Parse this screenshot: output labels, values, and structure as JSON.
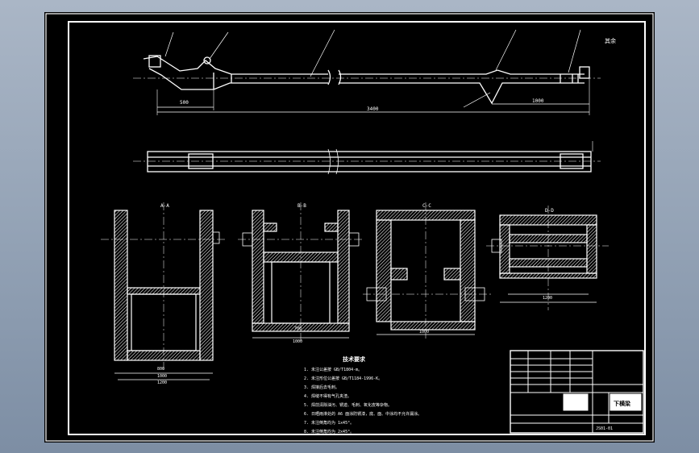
{
  "drawing": {
    "notes_title": "技术要求",
    "notes": [
      "1. 未注公差按 GB/T1804-m。",
      "2. 未注形位公差按 GB/T1184-1996-K。",
      "3. 焊接后去毛刺。",
      "4. 焊缝不得有气孔夹渣。",
      "5. 焊前清除油污、锈迹、毛刺、氧化皮等杂物。",
      "6. 日晒雨淋处的 A6 面涂防锈漆，底、面、中涂均不允许漏涂。",
      "7. 未注倒角均为 1x45°。",
      "8. 未注倒角均为 2x45°。"
    ],
    "roughness_note": "其余",
    "dims": {
      "top_left": "500",
      "top_total": "3400",
      "top_right": "1000",
      "sec1_w1": "800",
      "sec1_w2": "1000",
      "sec1_w3": "1200",
      "sec2_w1": "700",
      "sec2_w2": "1000",
      "sec3_w": "1000",
      "sec4_w": "1200"
    },
    "section_marks": [
      "A-A",
      "B-B",
      "C-C",
      "D-D"
    ],
    "title_block": {
      "name": "下横梁",
      "drawing_no": "JS01-01"
    }
  }
}
